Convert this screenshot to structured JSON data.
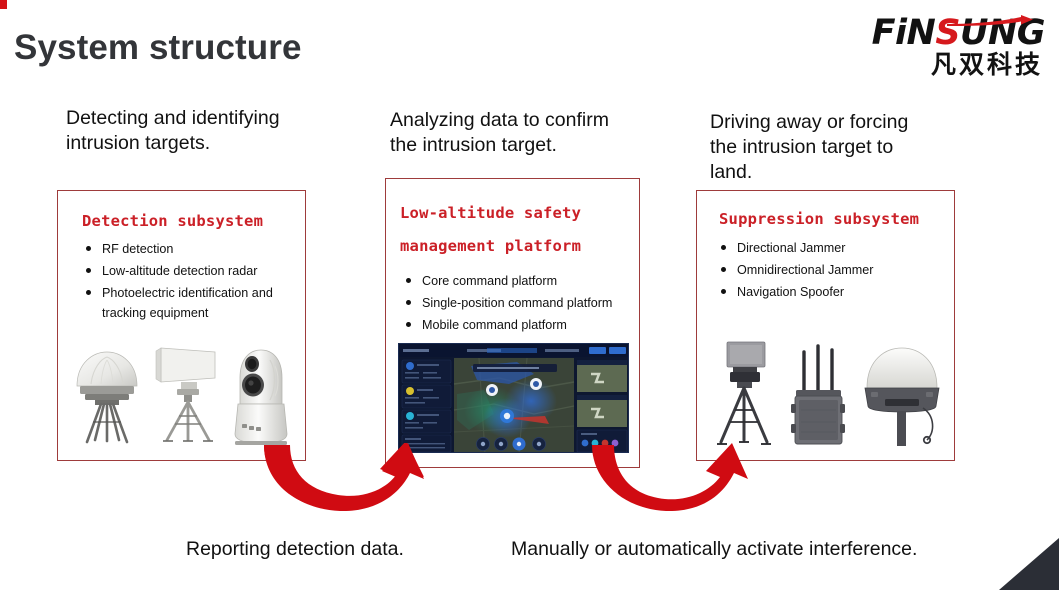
{
  "slide": {
    "title": "System structure",
    "background": "#ffffff",
    "accent_red": "#cb2027",
    "panel_border": "#9e3b3b",
    "arrow_color": "#d00b12",
    "title_color": "#333539"
  },
  "logo": {
    "word_part1": "FiN",
    "word_part2": "S",
    "word_part3": "UNG",
    "chinese": "凡双科技",
    "red": "#d6191d",
    "dark": "#121212"
  },
  "columns": [
    {
      "caption": "Detecting and identifying intrusion targets.",
      "panel": {
        "title": "Detection subsystem",
        "title_lines": [
          "Detection subsystem"
        ],
        "bullets": [
          {
            "text": "RF detection",
            "cont": ""
          },
          {
            "text": "Low-altitude detection radar",
            "cont": ""
          },
          {
            "text": "Photoelectric identification and",
            "cont": "tracking equipment"
          }
        ],
        "devices": [
          "rf-dome-detector",
          "detection-radar-panel",
          "photoelectric-camera-turret"
        ]
      }
    },
    {
      "caption": "Analyzing data to confirm the intrusion target.",
      "panel": {
        "title": "Low-altitude safety management platform",
        "title_lines": [
          "Low-altitude safety",
          "management platform"
        ],
        "bullets": [
          {
            "text": "Core command platform",
            "cont": ""
          },
          {
            "text": "Single-position command platform",
            "cont": ""
          },
          {
            "text": "Mobile command platform",
            "cont": ""
          }
        ],
        "devices": [
          "command-platform-dashboard-screenshot"
        ]
      }
    },
    {
      "caption": "Driving away or forcing the intrusion target to land.",
      "panel": {
        "title": "Suppression subsystem",
        "title_lines": [
          "Suppression subsystem"
        ],
        "bullets": [
          {
            "text": "Directional Jammer",
            "cont": ""
          },
          {
            "text": "Omnidirectional Jammer",
            "cont": ""
          },
          {
            "text": "Navigation Spoofer",
            "cont": ""
          }
        ],
        "devices": [
          "directional-jammer-tripod",
          "portable-jammer-antennas",
          "omnidirectional-dome-jammer"
        ]
      }
    }
  ],
  "flow_labels": {
    "first": "Reporting detection data.",
    "second": "Manually or automatically activate interference."
  }
}
